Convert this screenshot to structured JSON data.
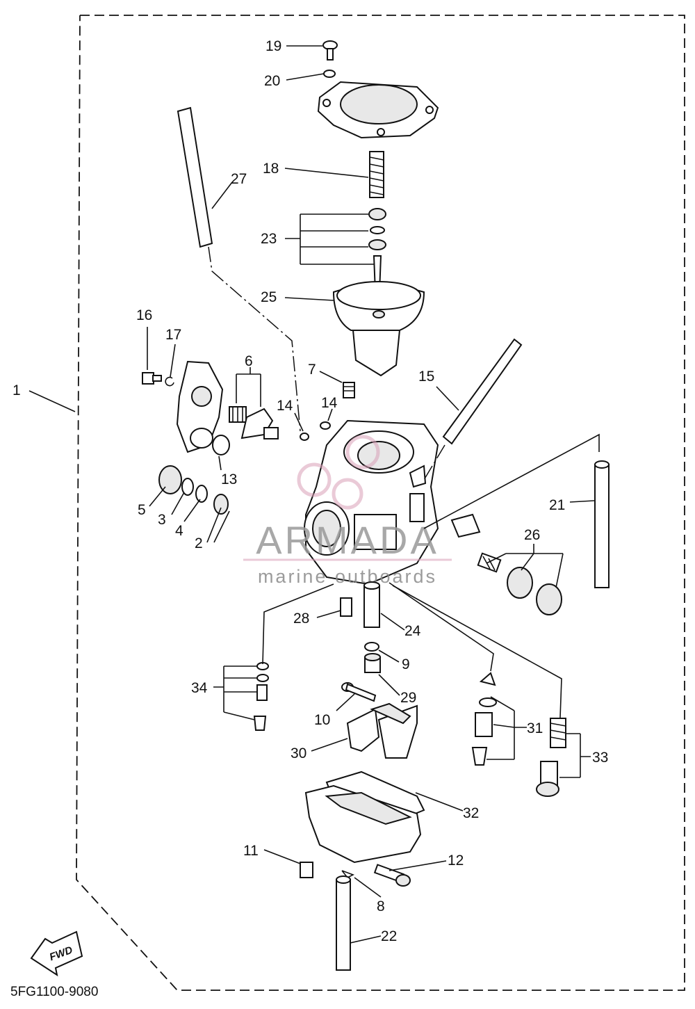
{
  "diagram": {
    "code": "5FG1100-9080",
    "fwd_label": "FWD",
    "watermark": {
      "brand": "ARMADA",
      "tagline": "marine outboards",
      "color": "#d9a0b8"
    },
    "callouts": [
      "1",
      "2",
      "3",
      "4",
      "5",
      "6",
      "7",
      "8",
      "9",
      "10",
      "11",
      "12",
      "13",
      "14",
      "14",
      "15",
      "16",
      "17",
      "18",
      "19",
      "20",
      "21",
      "22",
      "23",
      "24",
      "25",
      "26",
      "27",
      "28",
      "29",
      "30",
      "31",
      "32",
      "33",
      "34"
    ]
  }
}
